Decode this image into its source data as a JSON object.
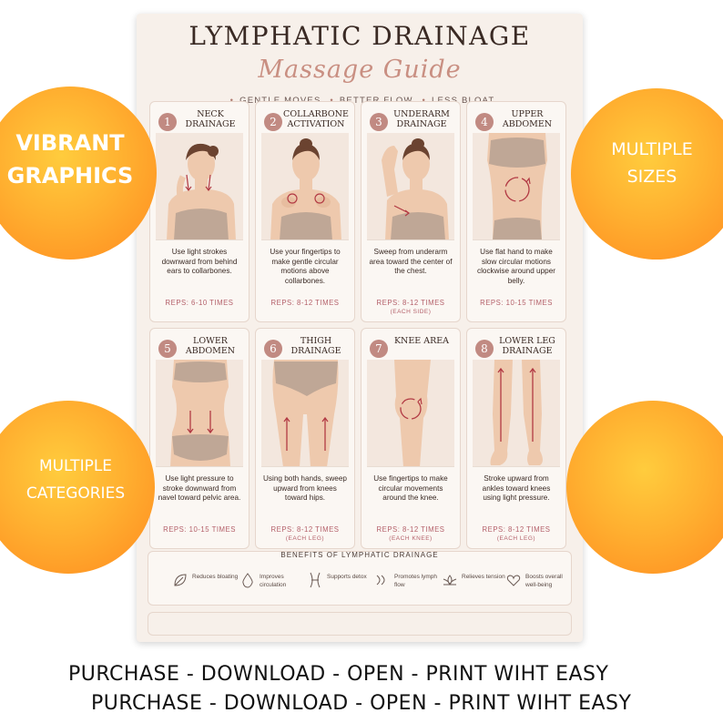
{
  "poster": {
    "title": "LYMPHATIC DRAINAGE",
    "subtitle": "Massage Guide",
    "tagline": [
      "GENTLE MOVES",
      "BETTER FLOW",
      "LESS BLOAT"
    ],
    "cards": [
      {
        "num": "1",
        "title": "NECK DRAINAGE",
        "desc": "Use light strokes downward from behind ears to collarbones.",
        "reps": "REPS: 6-10 TIMES",
        "reps_note": ""
      },
      {
        "num": "2",
        "title": "COLLARBONE ACTIVATION",
        "desc": "Use your fingertips to make gentle circular motions above collarbones.",
        "reps": "REPS: 8-12 TIMES",
        "reps_note": ""
      },
      {
        "num": "3",
        "title": "UNDERARM DRAINAGE",
        "desc": "Sweep from underarm area toward the center of the chest.",
        "reps": "REPS: 8-12 TIMES",
        "reps_note": "(EACH SIDE)"
      },
      {
        "num": "4",
        "title": "UPPER ABDOMEN",
        "desc": "Use flat hand to make slow circular motions clockwise around upper belly.",
        "reps": "REPS: 10-15 TIMES",
        "reps_note": ""
      },
      {
        "num": "5",
        "title": "LOWER ABDOMEN",
        "desc": "Use light pressure to stroke downward from navel toward pelvic area.",
        "reps": "REPS: 10-15 TIMES",
        "reps_note": ""
      },
      {
        "num": "6",
        "title": "THIGH DRAINAGE",
        "desc": "Using both hands, sweep upward from knees toward hips.",
        "reps": "REPS: 8-12 TIMES",
        "reps_note": "(EACH LEG)"
      },
      {
        "num": "7",
        "title": "KNEE AREA",
        "desc": "Use fingertips to make circular movements around the knee.",
        "reps": "REPS: 8-12 TIMES",
        "reps_note": "(EACH KNEE)"
      },
      {
        "num": "8",
        "title": "LOWER LEG DRAINAGE",
        "desc": "Stroke upward from ankles toward knees using light pressure.",
        "reps": "REPS: 8-12 TIMES",
        "reps_note": "(EACH LEG)"
      }
    ],
    "benefits_title": "BENEFITS OF LYMPHATIC DRAINAGE",
    "benefits": [
      {
        "icon": "leaf-icon",
        "text": "Reduces bloating"
      },
      {
        "icon": "drop-icon",
        "text": "Improves circulation"
      },
      {
        "icon": "waist-icon",
        "text": "Supports detox"
      },
      {
        "icon": "flow-icon",
        "text": "Promotes lymph flow"
      },
      {
        "icon": "lotus-icon",
        "text": "Relieves tension"
      },
      {
        "icon": "heart-icon",
        "text": "Boosts overall well-being"
      }
    ]
  },
  "badges": {
    "top_left": [
      "VIBRANT",
      "GRAPHICS"
    ],
    "top_right": [
      "MULTIPLE",
      "SIZES"
    ],
    "bottom_left": [
      "MULTIPLE",
      "CATEGORIES"
    ],
    "bottom_right": []
  },
  "footer": {
    "line1": "PURCHASE - DOWNLOAD - OPEN - PRINT WIHT EASY",
    "line2": "PURCHASE - DOWNLOAD - OPEN - PRINT WIHT EASY"
  },
  "colors": {
    "accent": "#c18a82",
    "reps": "#b4606a",
    "skin": "#eec9ad",
    "garment": "#bfa796",
    "arrow": "#b23a44",
    "orange_light": "#ffcc3d",
    "orange_dark": "#ff8a1f"
  }
}
